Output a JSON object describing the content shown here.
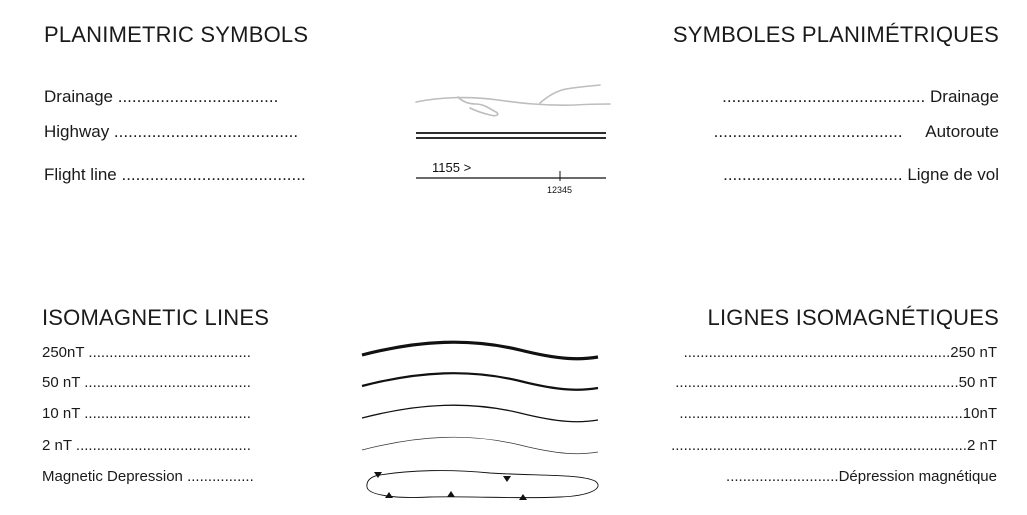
{
  "planimetric": {
    "title_en": "PLANIMETRIC SYMBOLS",
    "title_fr": "SYMBOLES PLANIMÉTRIQUES",
    "items": [
      {
        "label_en": "Drainage",
        "label_fr": "Drainage"
      },
      {
        "label_en": "Highway",
        "label_fr": "Autoroute"
      },
      {
        "label_en": "Flight line",
        "label_fr": "Ligne de vol"
      }
    ],
    "flight_line_number": "1155 >",
    "fiducial_number": "12345"
  },
  "isomagnetic": {
    "title_en": "ISOMAGNETIC LINES",
    "title_fr": "LIGNES ISOMAGNÉTIQUES",
    "items": [
      {
        "label_en": "250nT",
        "label_fr": "250 nT"
      },
      {
        "label_en": "50 nT",
        "label_fr": "50 nT"
      },
      {
        "label_en": "10 nT",
        "label_fr": "10nT"
      },
      {
        "label_en": "2  nT",
        "label_fr": "2 nT"
      },
      {
        "label_en": "Magnetic Depression",
        "label_fr": "Dépression magnétique"
      }
    ]
  },
  "colors": {
    "text": "#1a1a1a",
    "drainage": "#bdbdbd",
    "line": "#111111"
  }
}
